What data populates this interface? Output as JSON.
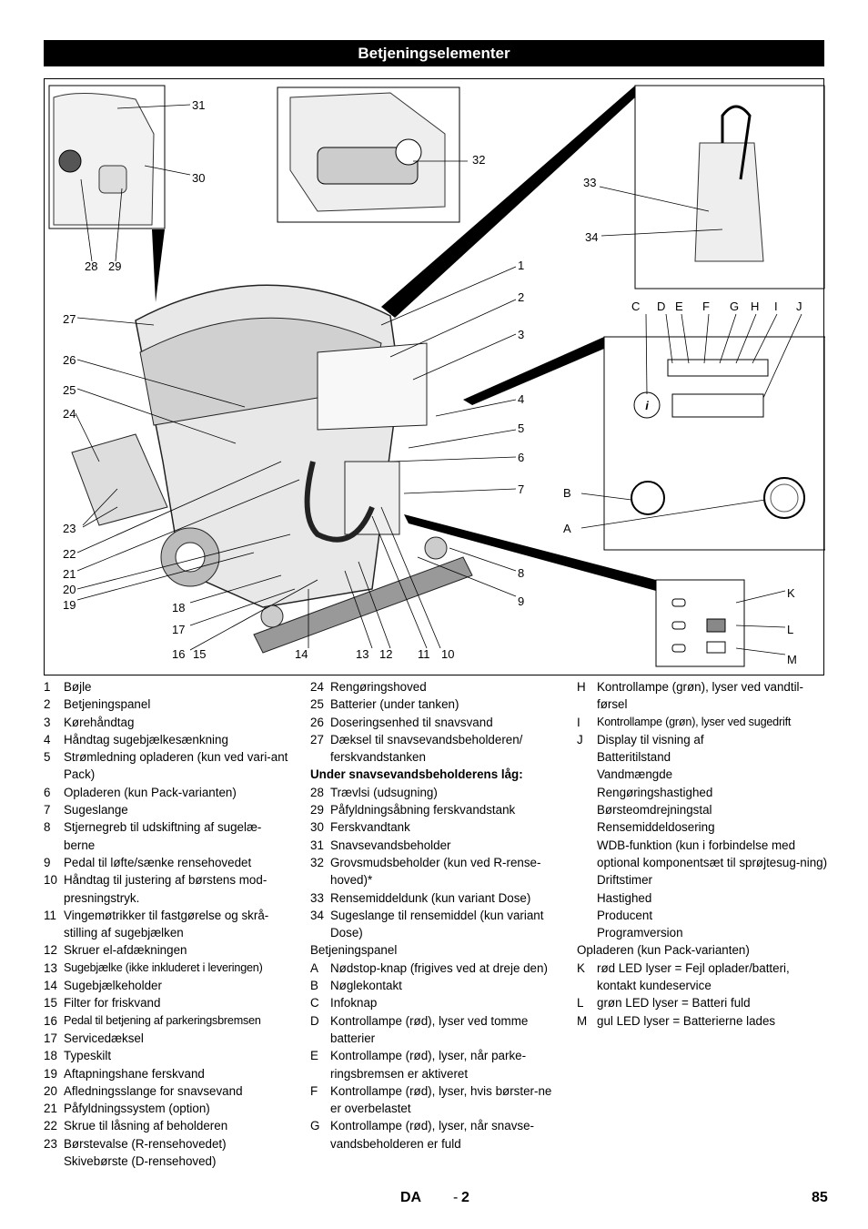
{
  "page_title": "Betjeningselementer",
  "figure": {
    "callouts_left": [
      "31",
      "30",
      "28",
      "29",
      "27",
      "26",
      "25",
      "24",
      "23",
      "22",
      "21",
      "20",
      "19",
      "18",
      "17",
      "16",
      "15",
      "14",
      "13",
      "12",
      "11",
      "10"
    ],
    "callouts_right": [
      "32",
      "33",
      "34",
      "1",
      "2",
      "3",
      "4",
      "5",
      "6",
      "7",
      "8",
      "9"
    ],
    "panel_letters": [
      "C",
      "D",
      "E",
      "F",
      "G",
      "H",
      "I",
      "J",
      "B",
      "A"
    ],
    "charger_letters": [
      "K",
      "L",
      "M"
    ]
  },
  "column1": [
    {
      "n": "1",
      "t": "Bøjle"
    },
    {
      "n": "2",
      "t": "Betjeningspanel"
    },
    {
      "n": "3",
      "t": "Kørehåndtag"
    },
    {
      "n": "4",
      "t": "Håndtag sugebjælkesænkning"
    },
    {
      "n": "5",
      "t": "Strømledning opladeren (kun ved vari-ant Pack)"
    },
    {
      "n": "6",
      "t": "Opladeren (kun Pack-varianten)"
    },
    {
      "n": "7",
      "t": "Sugeslange"
    },
    {
      "n": "8",
      "t": "Stjernegreb til udskiftning af sugelæ-berne"
    },
    {
      "n": "9",
      "t": "Pedal til løfte/sænke rensehovedet"
    },
    {
      "n": "10",
      "t": "Håndtag til justering af børstens mod-presningstryk."
    },
    {
      "n": "11",
      "t": "Vingemøtrikker til fastgørelse og skrå-stilling af sugebjælken"
    },
    {
      "n": "12",
      "t": "Skruer el-afdækningen"
    },
    {
      "n": "13",
      "t": "Sugebjælke (ikke inkluderet i leveringen)"
    },
    {
      "n": "14",
      "t": "Sugebjælkeholder"
    },
    {
      "n": "15",
      "t": "Filter for friskvand"
    },
    {
      "n": "16",
      "t": "Pedal til betjening af parkeringsbremsen"
    },
    {
      "n": "17",
      "t": "Servicedæksel"
    },
    {
      "n": "18",
      "t": "Typeskilt"
    },
    {
      "n": "19",
      "t": "Aftapningshane ferskvand"
    },
    {
      "n": "20",
      "t": "Afledningsslange for snavsevand"
    },
    {
      "n": "21",
      "t": "Påfyldningssystem (option)"
    },
    {
      "n": "22",
      "t": "Skrue til låsning af beholderen"
    },
    {
      "n": "23",
      "t": "Børstevalse (R-rensehovedet)"
    },
    {
      "n": "",
      "t": "Skivebørste (D-rensehoved)"
    }
  ],
  "column2": [
    {
      "n": "24",
      "t": "Rengøringshoved"
    },
    {
      "n": "25",
      "t": "Batterier (under tanken)"
    },
    {
      "n": "26",
      "t": "Doseringsenhed til snavsvand"
    },
    {
      "n": "27",
      "t": "Dæksel til snavsevandsbeholderen/ ferskvandstanken"
    }
  ],
  "column2_heading": "Under snavsevandsbeholderens låg:",
  "column2b": [
    {
      "n": "28",
      "t": "Trævlsi (udsugning)"
    },
    {
      "n": "29",
      "t": "Påfyldningsåbning ferskvandstank"
    },
    {
      "n": "30",
      "t": "Ferskvandtank"
    },
    {
      "n": "31",
      "t": "Snavsevandsbeholder"
    },
    {
      "n": "32",
      "t": "Grovsmudsbeholder (kun ved R-rense-hoved)*"
    },
    {
      "n": "33",
      "t": "Rensemiddeldunk (kun variant Dose)"
    },
    {
      "n": "34",
      "t": "Sugeslange til rensemiddel (kun variant Dose)"
    }
  ],
  "column2_panel_heading": "Betjeningspanel",
  "column2c": [
    {
      "n": "A",
      "t": "Nødstop-knap (frigives ved at dreje den)"
    },
    {
      "n": "B",
      "t": "Nøglekontakt"
    },
    {
      "n": "C",
      "t": "Infoknap"
    },
    {
      "n": "D",
      "t": "Kontrollampe (rød), lyser ved tomme batterier"
    },
    {
      "n": "E",
      "t": "Kontrollampe (rød), lyser, når parke-ringsbremsen er aktiveret"
    },
    {
      "n": "F",
      "t": "Kontrollampe (rød), lyser, hvis børster-ne er overbelastet"
    },
    {
      "n": "G",
      "t": "Kontrollampe (rød), lyser, når snavse-vandsbeholderen er fuld"
    }
  ],
  "column3": [
    {
      "n": "H",
      "t": "Kontrollampe (grøn), lyser ved vandtil-førsel"
    },
    {
      "n": "I",
      "t": "Kontrollampe (grøn), lyser ved sugedrift"
    },
    {
      "n": "J",
      "t": "Display til visning af"
    }
  ],
  "column3_display_items": [
    "Batteritilstand",
    "Vandmængde",
    "Rengøringshastighed",
    "Børsteomdrejningstal",
    "Rensemiddeldosering",
    "WDB-funktion (kun i forbindelse med optional komponentsæt til sprøjtesug-ning)",
    "Driftstimer",
    "Hastighed",
    "Producent",
    "Programversion"
  ],
  "column3_charger_heading": "Opladeren (kun Pack-varianten)",
  "column3b": [
    {
      "n": "K",
      "t": "rød LED lyser = Fejl oplader/batteri, kontakt kundeservice"
    },
    {
      "n": "L",
      "t": "grøn LED lyser = Batteri fuld"
    },
    {
      "n": "M",
      "t": "gul LED lyser = Batterierne lades"
    }
  ],
  "footer": {
    "lang": "DA",
    "dash": "-",
    "page_sub": "2",
    "page_num": "85"
  }
}
